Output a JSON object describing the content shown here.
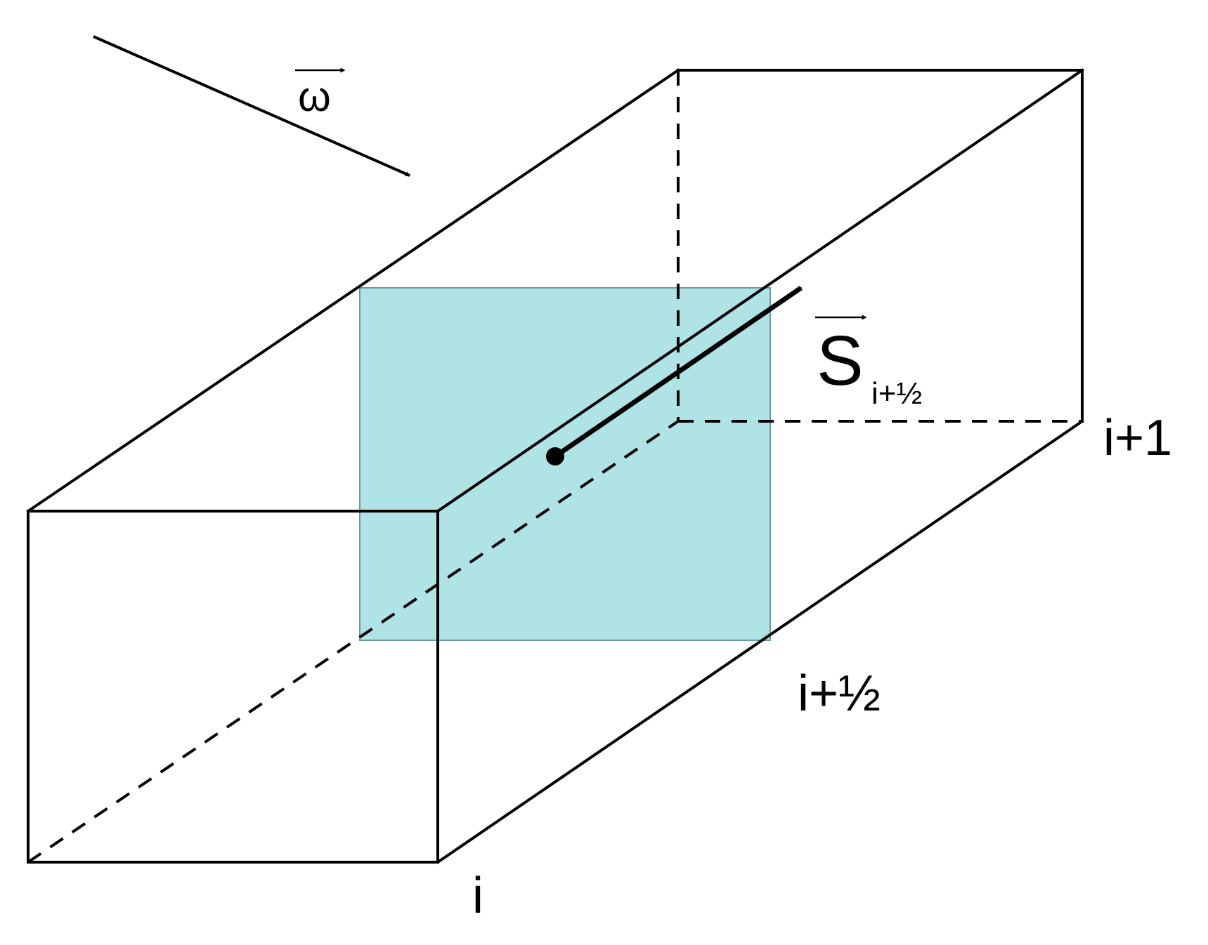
{
  "labels": {
    "omega": "ω",
    "s_main": "S",
    "s_sub": "i+½",
    "node_i": "i",
    "node_i_half": "i+½",
    "node_i_plus_1": "i+1"
  },
  "colors": {
    "plane_fill": "#b0e3e6",
    "plane_stroke": "#6b9a9c",
    "line": "#000000"
  }
}
